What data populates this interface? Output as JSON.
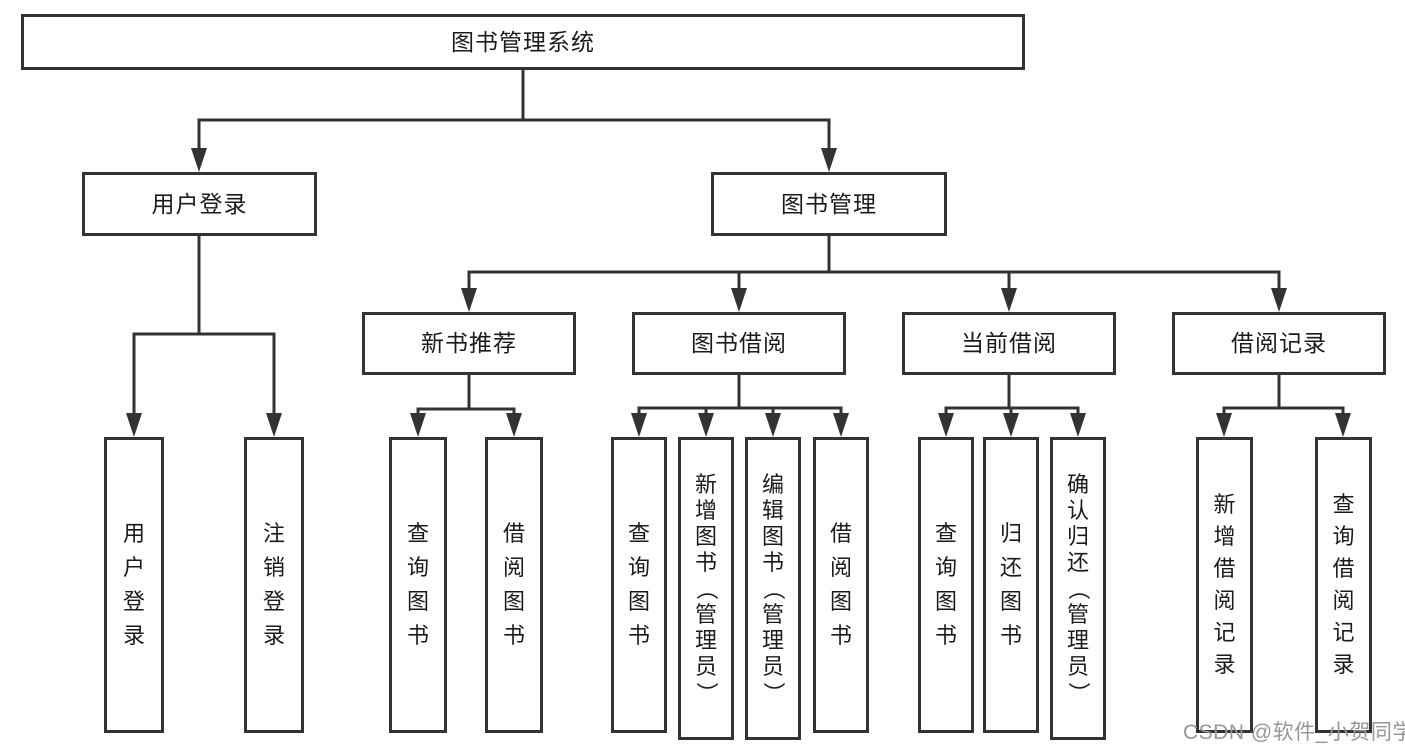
{
  "tree": {
    "label": "图书管理系统",
    "children": [
      {
        "label": "用户登录",
        "children": [
          {
            "label": "用户登录"
          },
          {
            "label": "注销登录"
          }
        ]
      },
      {
        "label": "图书管理",
        "children": [
          {
            "label": "新书推荐",
            "children": [
              {
                "label": "查询图书"
              },
              {
                "label": "借阅图书"
              }
            ]
          },
          {
            "label": "图书借阅",
            "children": [
              {
                "label": "查询图书"
              },
              {
                "label": "新增图书（管理员）"
              },
              {
                "label": "编辑图书（管理员）"
              },
              {
                "label": "借阅图书"
              }
            ]
          },
          {
            "label": "当前借阅",
            "children": [
              {
                "label": "查询图书"
              },
              {
                "label": "归还图书"
              },
              {
                "label": "确认归还（管理员）"
              }
            ]
          },
          {
            "label": "借阅记录",
            "children": [
              {
                "label": "新增借阅记录"
              },
              {
                "label": "查询借阅记录"
              }
            ]
          }
        ]
      }
    ]
  },
  "watermark": {
    "text": "CSDN @软件_小贺同学"
  },
  "colors": {
    "line": "#333333",
    "border": "#333333",
    "text": "#1b1b1b",
    "watermark": "#979797",
    "background": "#ffffff"
  }
}
